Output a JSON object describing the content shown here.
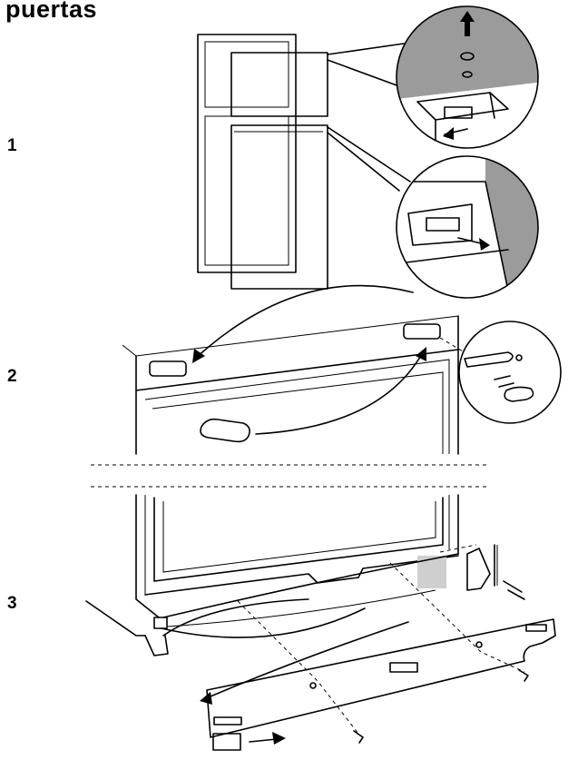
{
  "title": "puertas",
  "steps": [
    "1",
    "2",
    "3"
  ]
}
